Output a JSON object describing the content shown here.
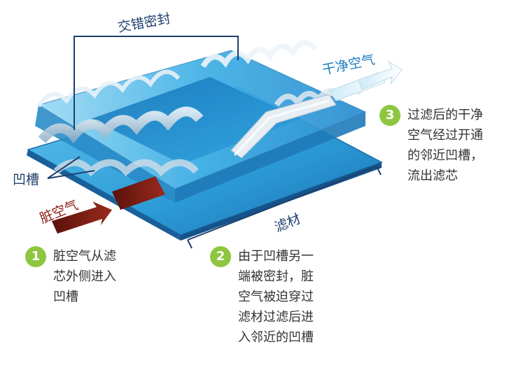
{
  "labels": {
    "staggered_seal": "交错密封",
    "clean_air": "干净空气",
    "groove": "凹槽",
    "dirty_air": "脏空气",
    "filter_media": "滤材"
  },
  "steps": [
    {
      "num": "1",
      "lines": [
        "脏空气从滤",
        "芯外侧进入",
        "凹槽"
      ]
    },
    {
      "num": "2",
      "lines": [
        "由于凹槽另一",
        "端被密封，脏",
        "空气被迫穿过",
        "滤材过滤后进",
        "入邻近的凹槽"
      ]
    },
    {
      "num": "3",
      "lines": [
        "过滤后的干净",
        "空气经过开通",
        "的邻近凹槽，",
        "流出滤芯"
      ]
    }
  ],
  "colors": {
    "badge": "#8dc63f",
    "dirty_arrow": "#7a1a10",
    "clean_arrow": "#eaf6fd",
    "media_blue": "#2aa0d8",
    "label_navy": "#1f3f6e"
  }
}
